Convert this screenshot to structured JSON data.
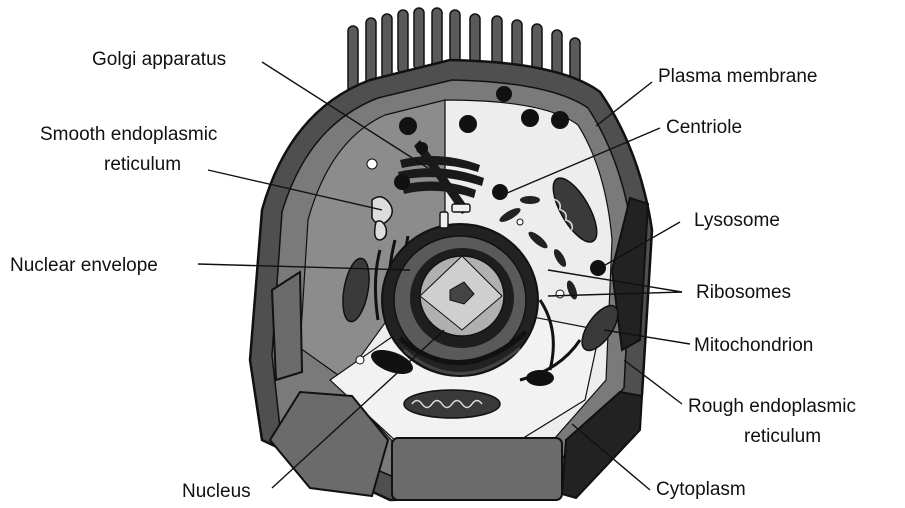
{
  "labels": {
    "golgi": "Golgi apparatus",
    "smooth_er_1": "Smooth endoplasmic",
    "smooth_er_2": "reticulum",
    "nuclear_envelope": "Nuclear envelope",
    "nucleus": "Nucleus",
    "plasma_membrane": "Plasma membrane",
    "centriole": "Centriole",
    "lysosome": "Lysosome",
    "ribosomes": "Ribosomes",
    "mitochondrion": "Mitochondrion",
    "rough_er_1": "Rough endoplasmic",
    "rough_er_2": "reticulum",
    "cytoplasm": "Cytoplasm"
  },
  "colors": {
    "membrane_dark": "#4a4a4a",
    "membrane_mid": "#6e6e6e",
    "cytoplasm_light": "#ededed",
    "cytoplasm_shade": "#8a8a8a",
    "organelle": "#1a1a1a"
  }
}
